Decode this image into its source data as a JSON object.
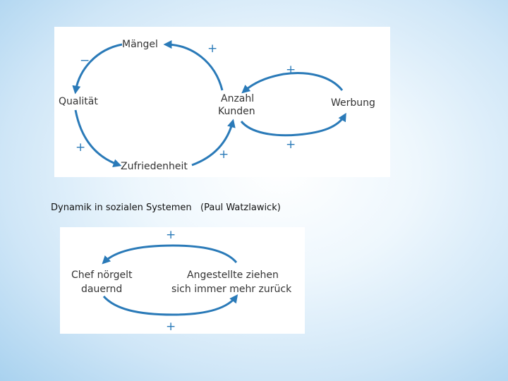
{
  "top_diagram": {
    "nodes": {
      "maengel": "Mängel",
      "qualitaet": "Qualität",
      "anzahl_line1": "Anzahl",
      "anzahl_line2": "Kunden",
      "werbung": "Werbung",
      "zufriedenheit": "Zufriedenheit"
    },
    "signs": {
      "maengel_to_qualitaet": "−",
      "anzahl_to_maengel": "+",
      "werbung_to_anzahl": "+",
      "anzahl_to_werbung": "+",
      "qualitaet_to_zufriedenheit": "+",
      "zufriedenheit_to_anzahl": "+"
    }
  },
  "caption": "Dynamik in sozialen Systemen   (Paul Watzlawick)",
  "bottom_diagram": {
    "nodes": {
      "chef_line1": "Chef nörgelt",
      "chef_line2": "dauernd",
      "angestellte_line1": "Angestellte ziehen",
      "angestellte_line2": "sich immer mehr zurück"
    },
    "signs": {
      "top": "+",
      "bottom": "+"
    }
  },
  "colors": {
    "arrow": "#2a7ab8",
    "text": "#333333"
  }
}
